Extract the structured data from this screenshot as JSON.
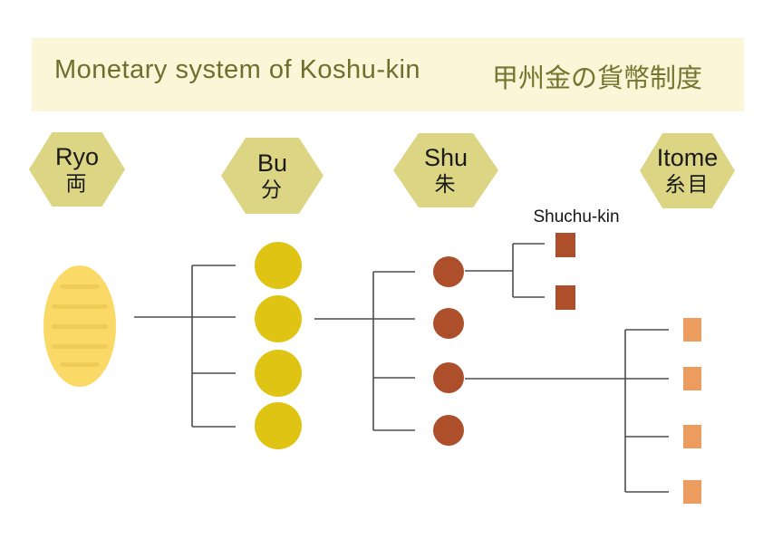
{
  "title": {
    "en": "Monetary system of Koshu-kin",
    "ja": "甲州金の貨幣制度"
  },
  "units": {
    "ryo": {
      "en": "Ryo",
      "ja": "両"
    },
    "bu": {
      "en": "Bu",
      "ja": "分"
    },
    "shu": {
      "en": "Shu",
      "ja": "朱"
    },
    "itome": {
      "en": "Itome",
      "ja": "糸目"
    }
  },
  "annotations": {
    "shuchu_kin": "Shuchu-kin"
  },
  "structure": {
    "ryo_coins": 1,
    "bu_per_ryo": 4,
    "shu_per_bu": 4,
    "shuchu_kin_per_shu": 2,
    "itome_per_shu": 4
  },
  "colors": {
    "band": "#FBF6D8",
    "title_text": "#6F6F2D",
    "hexagon": "#DBD584",
    "coin": "#FBD967",
    "coin_stripe": "#EFCB58",
    "bu_circle": "#DFC414",
    "shu_node": "#AE4F2C",
    "itome_square": "#EC9C5F",
    "line": "#4D4D4D"
  }
}
